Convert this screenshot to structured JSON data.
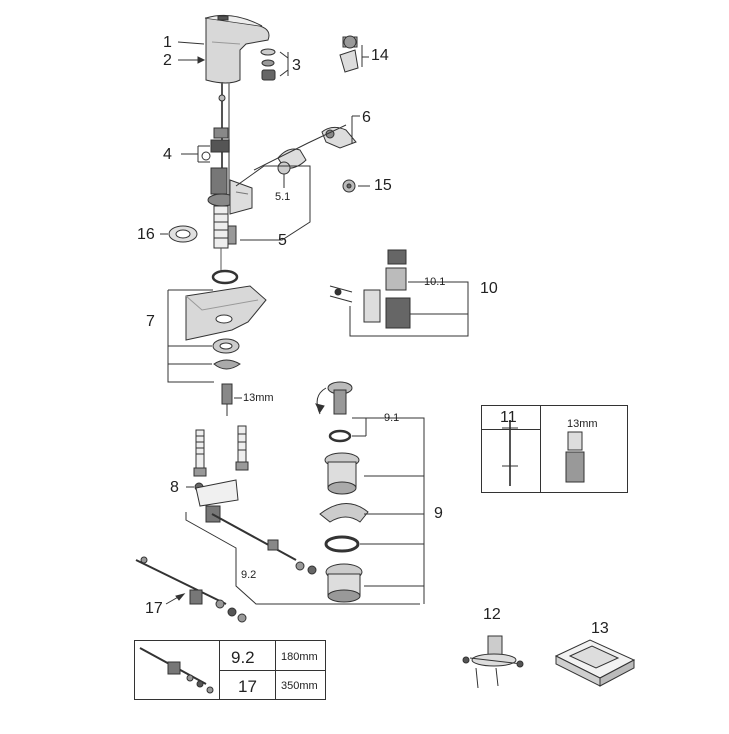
{
  "callouts": {
    "c1": "1",
    "c2": "2",
    "c3": "3",
    "c4": "4",
    "c5": "5",
    "c5_1": "5.1",
    "c6": "6",
    "c7": "7",
    "c8": "8",
    "c9": "9",
    "c9_1": "9.1",
    "c9_2": "9.2",
    "c10": "10",
    "c10_1": "10.1",
    "c11": "11",
    "c12": "12",
    "c13": "13",
    "c14": "14",
    "c15": "15",
    "c16": "16",
    "c17": "17",
    "mm13a": "13mm",
    "mm13b": "13mm"
  },
  "length_table": {
    "rows": [
      {
        "part": "9.2",
        "length": "180mm"
      },
      {
        "part": "17",
        "length": "350mm"
      }
    ]
  },
  "colors": {
    "line": "#333333",
    "part_fill": "#cfcfcf",
    "dark": "#444444"
  }
}
